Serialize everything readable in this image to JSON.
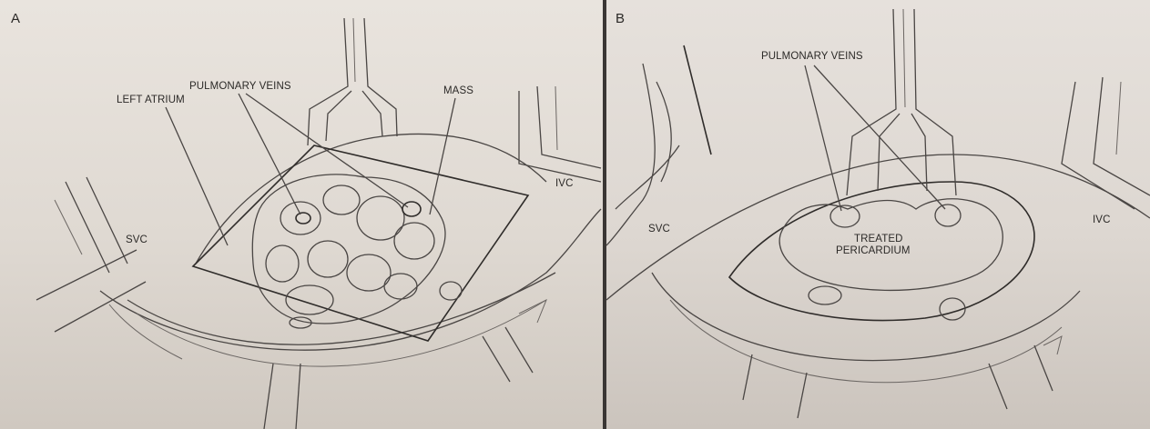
{
  "panels": [
    {
      "letter": "A",
      "labels": {
        "pulmonary_veins": "PULMONARY VEINS",
        "left_atrium": "LEFT ATRIUM",
        "mass": "MASS",
        "ivc": "IVC",
        "svc": "SVC"
      }
    },
    {
      "letter": "B",
      "labels": {
        "pulmonary_veins": "PULMONARY VEINS",
        "svc": "SVC",
        "ivc": "IVC",
        "treated_line1": "TREATED",
        "treated_line2": "PERICARDIUM"
      }
    }
  ]
}
